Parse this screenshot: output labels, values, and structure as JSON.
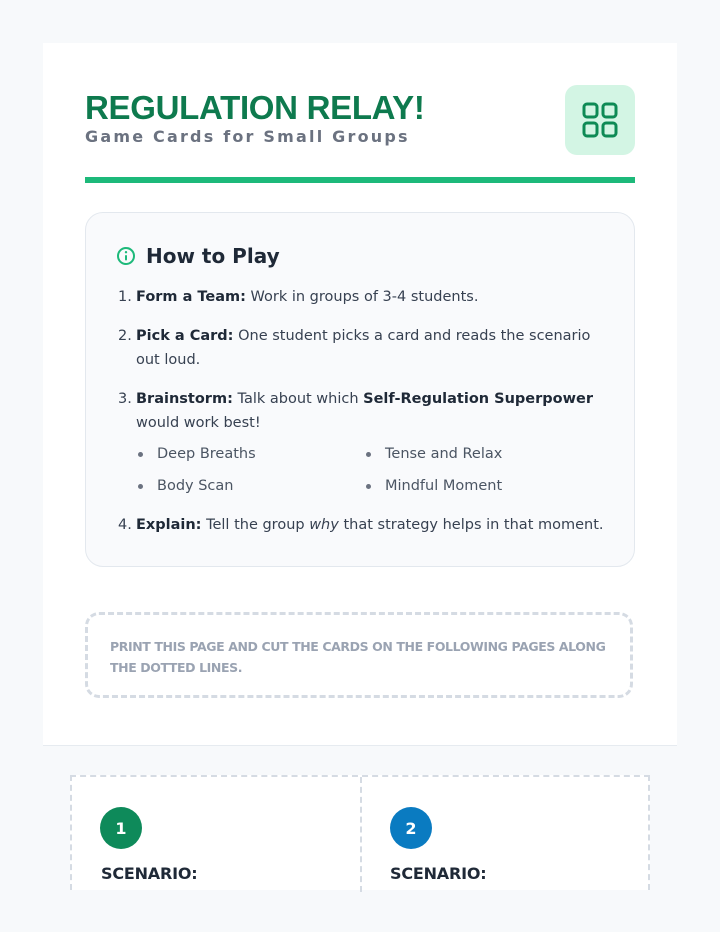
{
  "header": {
    "title": "REGULATION RELAY!",
    "subtitle": "Game Cards for Small Groups",
    "logo_icon": "grid-icon"
  },
  "colors": {
    "brand_green": "#0e7a4e",
    "accent_green": "#1db97a",
    "blue": "#0a7bc1"
  },
  "how_to_play": {
    "icon": "info-icon",
    "title": "How to Play",
    "steps": [
      {
        "num": "1.",
        "bold": "Form a Team:",
        "text": " Work in groups of 3-4 students."
      },
      {
        "num": "2.",
        "bold": "Pick a Card:",
        "text": " One student picks a card and reads the scenario out loud."
      },
      {
        "num": "3.",
        "bold": "Brainstorm:",
        "text": " Talk about which ",
        "bold2": "Self-Regulation Superpower",
        "text2": " would work best!"
      },
      {
        "num": "4.",
        "bold": "Explain:",
        "text": " Tell the group ",
        "italic": "why",
        "text2": " that strategy helps in that moment."
      }
    ],
    "strategies": [
      "Deep Breaths",
      "Tense and Relax",
      "Body Scan",
      "Mindful Moment"
    ]
  },
  "cut_note": "PRINT THIS PAGE AND CUT THE CARDS ON THE FOLLOWING PAGES ALONG THE DOTTED LINES.",
  "cards": [
    {
      "number": "1",
      "label": "SCENARIO:"
    },
    {
      "number": "2",
      "label": "SCENARIO:"
    }
  ]
}
